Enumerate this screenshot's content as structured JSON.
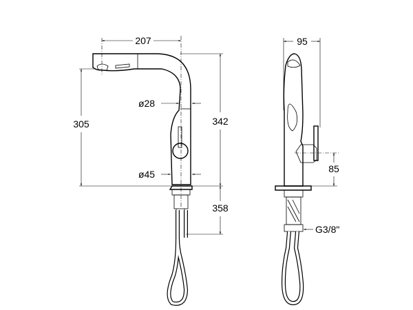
{
  "drawing": {
    "views": [
      "front",
      "side"
    ],
    "dimensions": {
      "spout_reach": "207",
      "spout_height": "305",
      "total_height": "342",
      "hose_length": "358",
      "spout_diameter": "ø28",
      "body_diameter": "ø45",
      "side_width": "95",
      "lever_height": "85",
      "connection_thread": "G3/8\""
    }
  }
}
